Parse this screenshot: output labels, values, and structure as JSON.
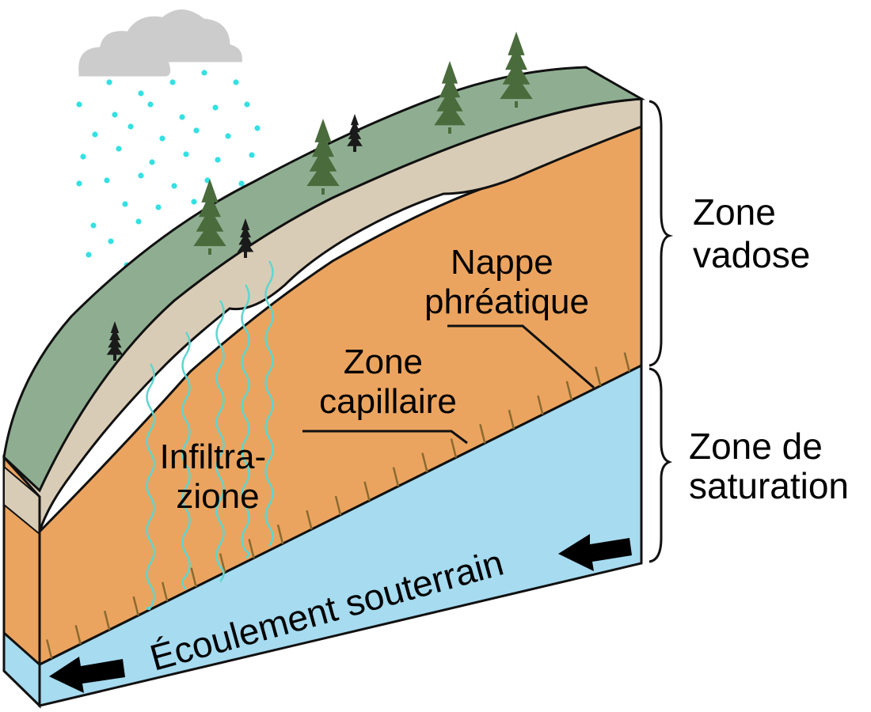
{
  "labels": {
    "zone_vadose": [
      "Zone",
      "vadose"
    ],
    "zone_saturation": [
      "Zone de",
      "saturation"
    ],
    "nappe": [
      "Nappe",
      "phréatique"
    ],
    "capillaire": [
      "Zone",
      "capillaire"
    ],
    "infiltration": [
      "Infiltra-",
      "zione"
    ],
    "flow": "Écoulement souterrain"
  },
  "colors": {
    "grass": "#8fae91",
    "soil": "#d9ccb6",
    "vadose": "#eba45f",
    "saturated": "#a6dbf0",
    "rain": "#35e0e2",
    "cloud": "#cccccc",
    "tree": "#4a6b3c",
    "tree_dark": "#1a1a1a",
    "capillary_tick": "#8a6a30",
    "infiltration_line": "#5fd6cf"
  },
  "icons": {
    "cloud": "cloud-icon",
    "flow_arrow": "arrow-left-icon",
    "tree": "conifer-tree-icon"
  }
}
